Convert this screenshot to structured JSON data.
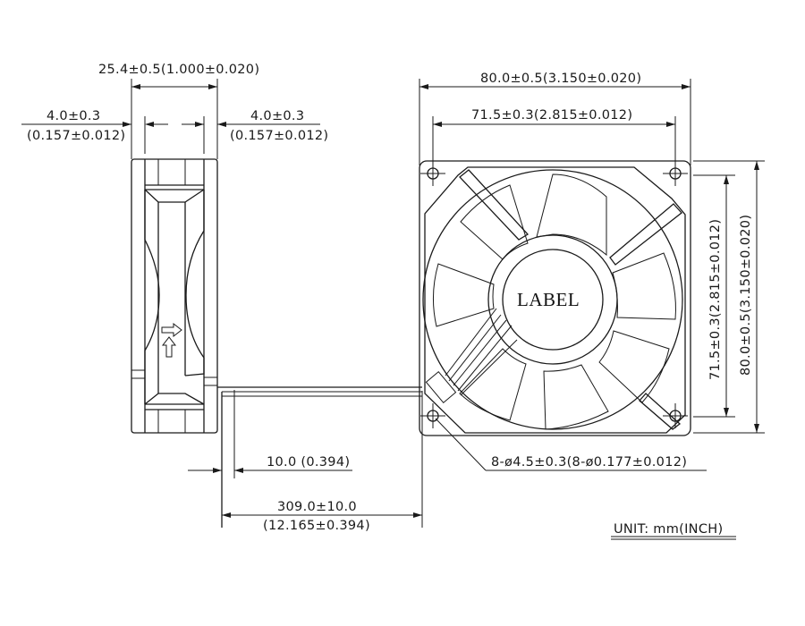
{
  "diagram": {
    "type": "fan-dimension-drawing",
    "colors": {
      "line": "#1a1a1a",
      "background": "#ffffff"
    },
    "side_view": {
      "overall_thickness": "25.4±0.5(1.000±0.020)",
      "left_flange": {
        "mm": "4.0±0.3",
        "inch": "(0.157±0.012)"
      },
      "right_flange": {
        "mm": "4.0±0.3",
        "inch": "(0.157±0.012)"
      },
      "airflow_arrow_icon": "airflow-direction-arrow",
      "rotation_arrow_icon": "rotation-direction-arrow"
    },
    "front_view": {
      "overall_width": "80.0±0.5(3.150±0.020)",
      "hole_spacing_width": "71.5±0.3(2.815±0.012)",
      "overall_height": "80.0±0.5(3.150±0.020)",
      "hole_spacing_height": "71.5±0.3(2.815±0.012)",
      "hub_label": "LABEL",
      "mounting_holes": "8-ø4.5±0.3(8-ø0.177±0.012)",
      "blade_count": 7
    },
    "lead_wire": {
      "strip_length": "10.0  (0.394)",
      "length_mm": "309.0±10.0",
      "length_inch": "(12.165±0.394)"
    },
    "unit_note": "UNIT:  mm(INCH)"
  }
}
